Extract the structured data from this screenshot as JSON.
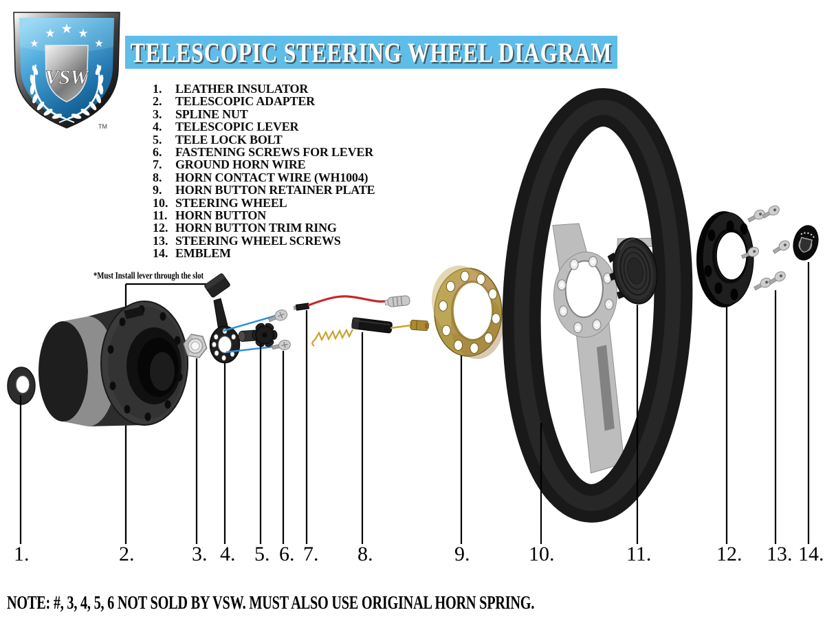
{
  "logo": {
    "text": "VSW",
    "tm": "TM"
  },
  "banner": {
    "title": "TELESCOPIC STEERING WHEEL DIAGRAM",
    "bg_color": "#5ebde9"
  },
  "parts_list": [
    {
      "num": "1.",
      "label": "LEATHER INSULATOR"
    },
    {
      "num": "2.",
      "label": "TELESCOPIC ADAPTER"
    },
    {
      "num": "3.",
      "label": "SPLINE NUT"
    },
    {
      "num": "4.",
      "label": "TELESCOPIC LEVER"
    },
    {
      "num": "5.",
      "label": "TELE LOCK BOLT"
    },
    {
      "num": "6.",
      "label": "FASTENING SCREWS FOR LEVER"
    },
    {
      "num": "7.",
      "label": "GROUND HORN WIRE"
    },
    {
      "num": "8.",
      "label": "HORN CONTACT WIRE (WH1004)"
    },
    {
      "num": "9.",
      "label": "HORN BUTTON RETAINER PLATE"
    },
    {
      "num": "10.",
      "label": "STEERING WHEEL"
    },
    {
      "num": "11.",
      "label": "HORN BUTTON"
    },
    {
      "num": "12.",
      "label": "HORN BUTTON TRIM RING"
    },
    {
      "num": "13.",
      "label": "STEERING WHEEL SCREWS"
    },
    {
      "num": "14.",
      "label": "EMBLEM"
    }
  ],
  "annotation": {
    "text": "*Must Install lever through the slot"
  },
  "callouts": [
    {
      "num": "1."
    },
    {
      "num": "2."
    },
    {
      "num": "3."
    },
    {
      "num": "4."
    },
    {
      "num": "5."
    },
    {
      "num": "6."
    },
    {
      "num": "7."
    },
    {
      "num": "8."
    },
    {
      "num": "9."
    },
    {
      "num": "10."
    },
    {
      "num": "11."
    },
    {
      "num": "12."
    },
    {
      "num": "13."
    },
    {
      "num": "14."
    }
  ],
  "note": {
    "text": "NOTE: #, 3, 4, 5, 6 NOT SOLD BY VSW. MUST ALSO USE ORIGINAL HORN SPRING."
  },
  "colors": {
    "banner_bg": "#5ebde9",
    "assembly_line_blue": "#2e8fd9",
    "callout_line": "#000000",
    "retainer_gold": "#b09a45",
    "wire_red": "#c5272d",
    "spring_gold": "#c9a22c",
    "silver": "#bdbdbd"
  }
}
